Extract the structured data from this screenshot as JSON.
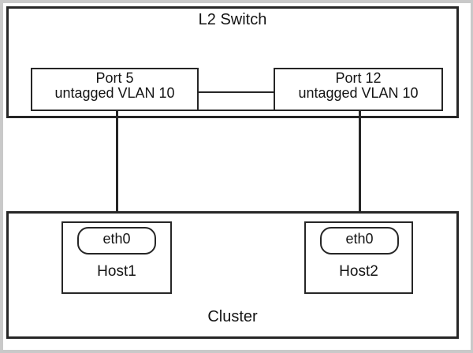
{
  "diagram": {
    "type": "network-topology",
    "switch": {
      "title": "L2 Switch",
      "ports": [
        {
          "id": "port-5",
          "name": "Port 5",
          "vlan_line": "untagged VLAN 10",
          "vlan_id": 10,
          "tagging": "untagged",
          "connected_to": "Host1 eth0"
        },
        {
          "id": "port-12",
          "name": "Port 12",
          "vlan_line": "untagged VLAN 10",
          "vlan_id": 10,
          "tagging": "untagged",
          "connected_to": "Host2 eth0"
        }
      ]
    },
    "cluster": {
      "title": "Cluster",
      "hosts": [
        {
          "id": "host1",
          "name": "Host1",
          "nic": "eth0"
        },
        {
          "id": "host2",
          "name": "Host2",
          "nic": "eth0"
        }
      ]
    },
    "colors": {
      "stroke": "#262626",
      "text": "#141414",
      "background": "#ffffff",
      "page_frame": "#c9c9c9"
    }
  }
}
